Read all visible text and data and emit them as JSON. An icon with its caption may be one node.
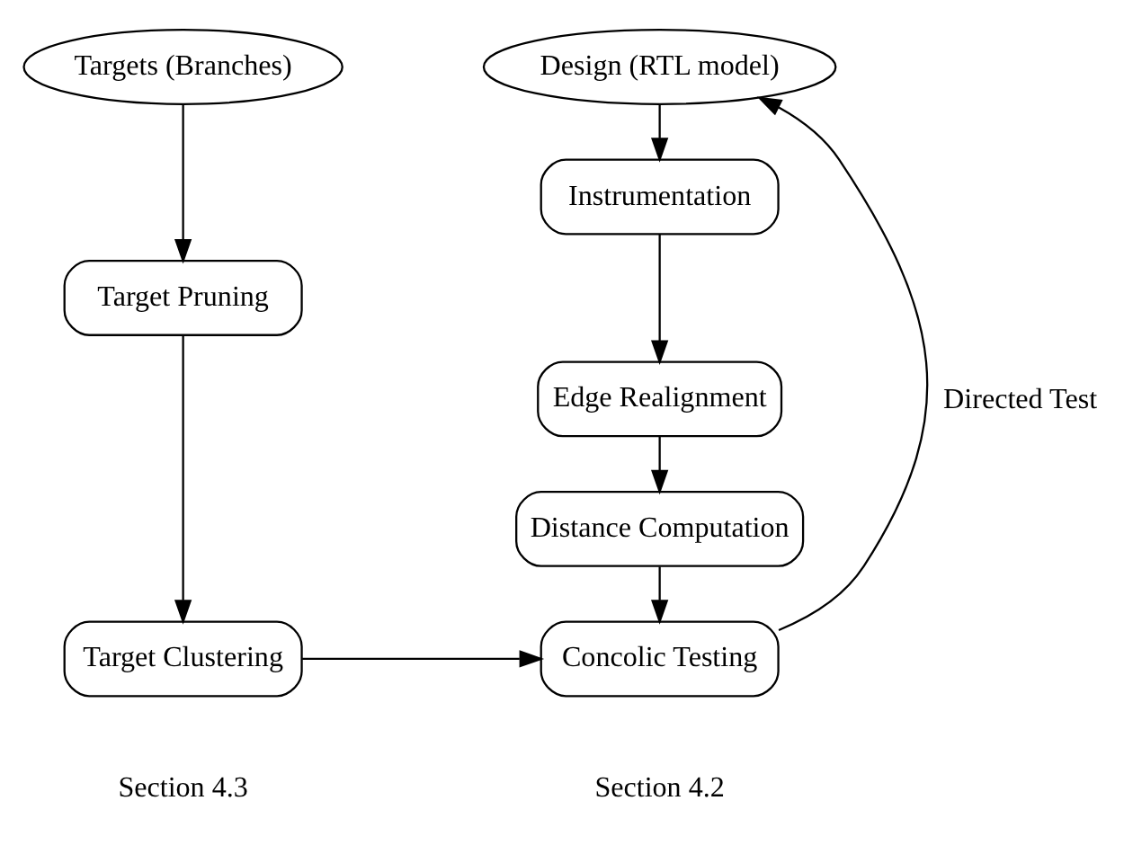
{
  "diagram": {
    "nodes": [
      {
        "text": [
          "Targets (Branches)"
        ]
      },
      {
        "text": [
          "Target Pruning"
        ]
      },
      {
        "text": [
          "Target Clustering"
        ]
      },
      {
        "text": [
          "Design (RTL model)"
        ]
      },
      {
        "text": [
          "Instrumentation"
        ]
      },
      {
        "text": [
          "Edge Realignment"
        ]
      },
      {
        "text": [
          "Distance Computation"
        ]
      },
      {
        "text": [
          "Concolic Testing"
        ]
      }
    ],
    "edges": [
      {
        "from": 0,
        "to": 1,
        "arrow": "to"
      },
      {
        "from": 1,
        "to": 2,
        "arrow": "to"
      },
      {
        "from": 2,
        "to": 7,
        "arrow": "to"
      },
      {
        "from": 3,
        "to": 4,
        "arrow": "to"
      },
      {
        "from": 4,
        "to": 5,
        "arrow": "to"
      },
      {
        "from": 5,
        "to": 6,
        "arrow": "to"
      },
      {
        "from": 6,
        "to": 7,
        "arrow": "to"
      },
      {
        "from": 7,
        "to": 3,
        "arrow": "to",
        "label": "Directed Test"
      }
    ],
    "labels": [
      "Section 4.3",
      "Section 4.2"
    ]
  }
}
